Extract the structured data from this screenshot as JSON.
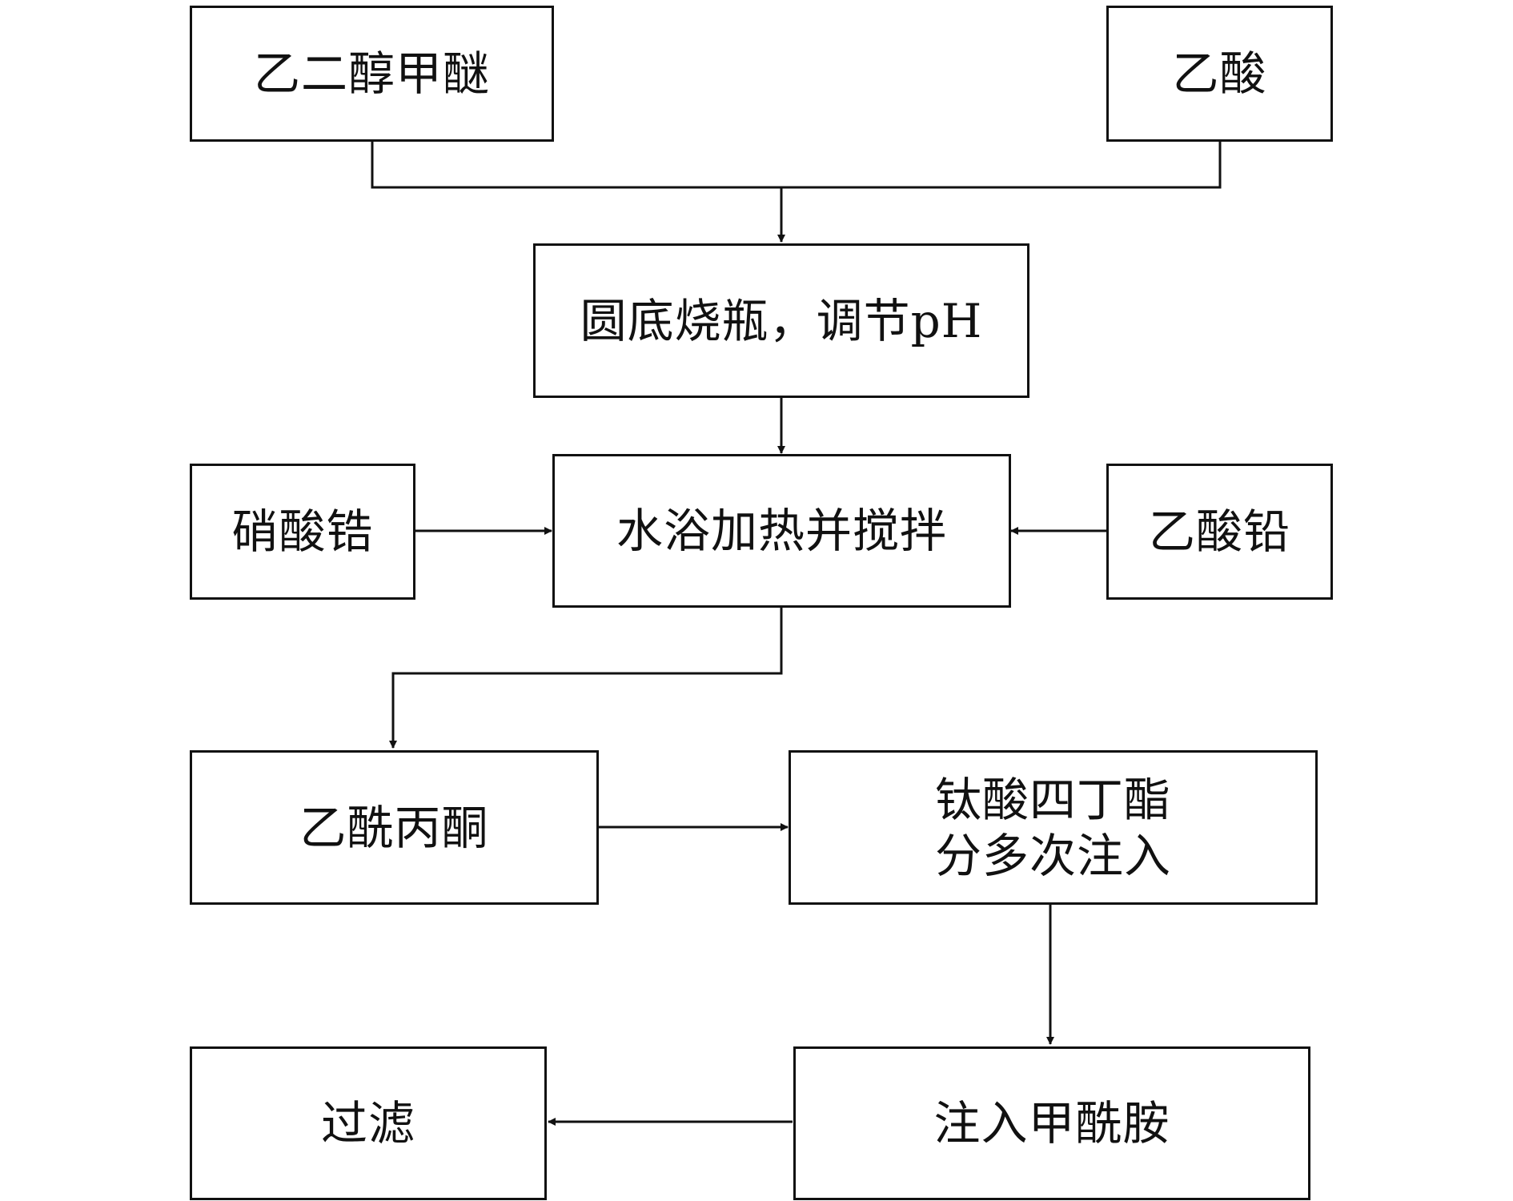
{
  "diagram": {
    "nodes": {
      "ethylene_glycol_methyl_ether": "乙二醇甲醚",
      "acetic_acid": "乙酸",
      "round_bottom_flask": "圆底烧瓶，调节pH",
      "zirconium_nitrate": "硝酸锆",
      "water_bath": "水浴加热并搅拌",
      "lead_acetate": "乙酸铅",
      "acetylacetone": "乙酰丙酮",
      "tetrabutyl_titanate_line1": "钛酸四丁酯",
      "tetrabutyl_titanate_line2": "分多次注入",
      "formamide": "注入甲酰胺",
      "filter": "过滤"
    },
    "edges": [
      [
        "乙二醇甲醚",
        "圆底烧瓶，调节pH"
      ],
      [
        "乙酸",
        "圆底烧瓶，调节pH"
      ],
      [
        "圆底烧瓶，调节pH",
        "水浴加热并搅拌"
      ],
      [
        "硝酸锆",
        "水浴加热并搅拌"
      ],
      [
        "乙酸铅",
        "水浴加热并搅拌"
      ],
      [
        "水浴加热并搅拌",
        "乙酰丙酮"
      ],
      [
        "乙酰丙酮",
        "钛酸四丁酯 分多次注入"
      ],
      [
        "钛酸四丁酯 分多次注入",
        "注入甲酰胺"
      ],
      [
        "注入甲酰胺",
        "过滤"
      ]
    ]
  }
}
